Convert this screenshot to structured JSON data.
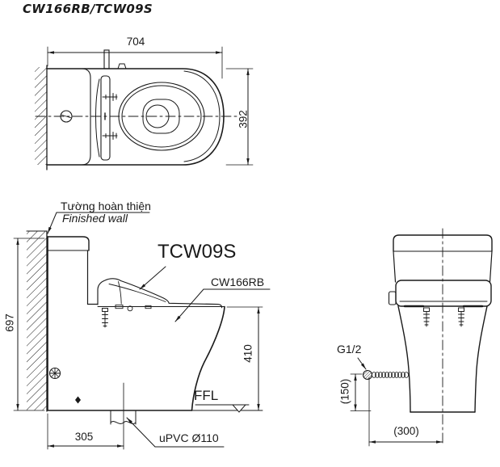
{
  "title": "CW166RB/TCW09S",
  "plan_view": {
    "dim_width": "704",
    "dim_depth": "392"
  },
  "side_view": {
    "wall_label_vi": "Tường hoàn thiện",
    "wall_label_en": "Finished wall",
    "seat_model": "TCW09S",
    "bowl_model": "CW166RB",
    "dim_total_height": "697",
    "dim_rim_height": "410",
    "dim_outlet_from_wall": "305",
    "floor_level_label": "FFL",
    "drain_label": "uPVC Ø110"
  },
  "front_view": {
    "supply_label": "G1/2",
    "dim_supply_height": "(150)",
    "dim_supply_offset": "(300)"
  },
  "colors": {
    "line": "#1a1a1a",
    "background": "#ffffff"
  }
}
